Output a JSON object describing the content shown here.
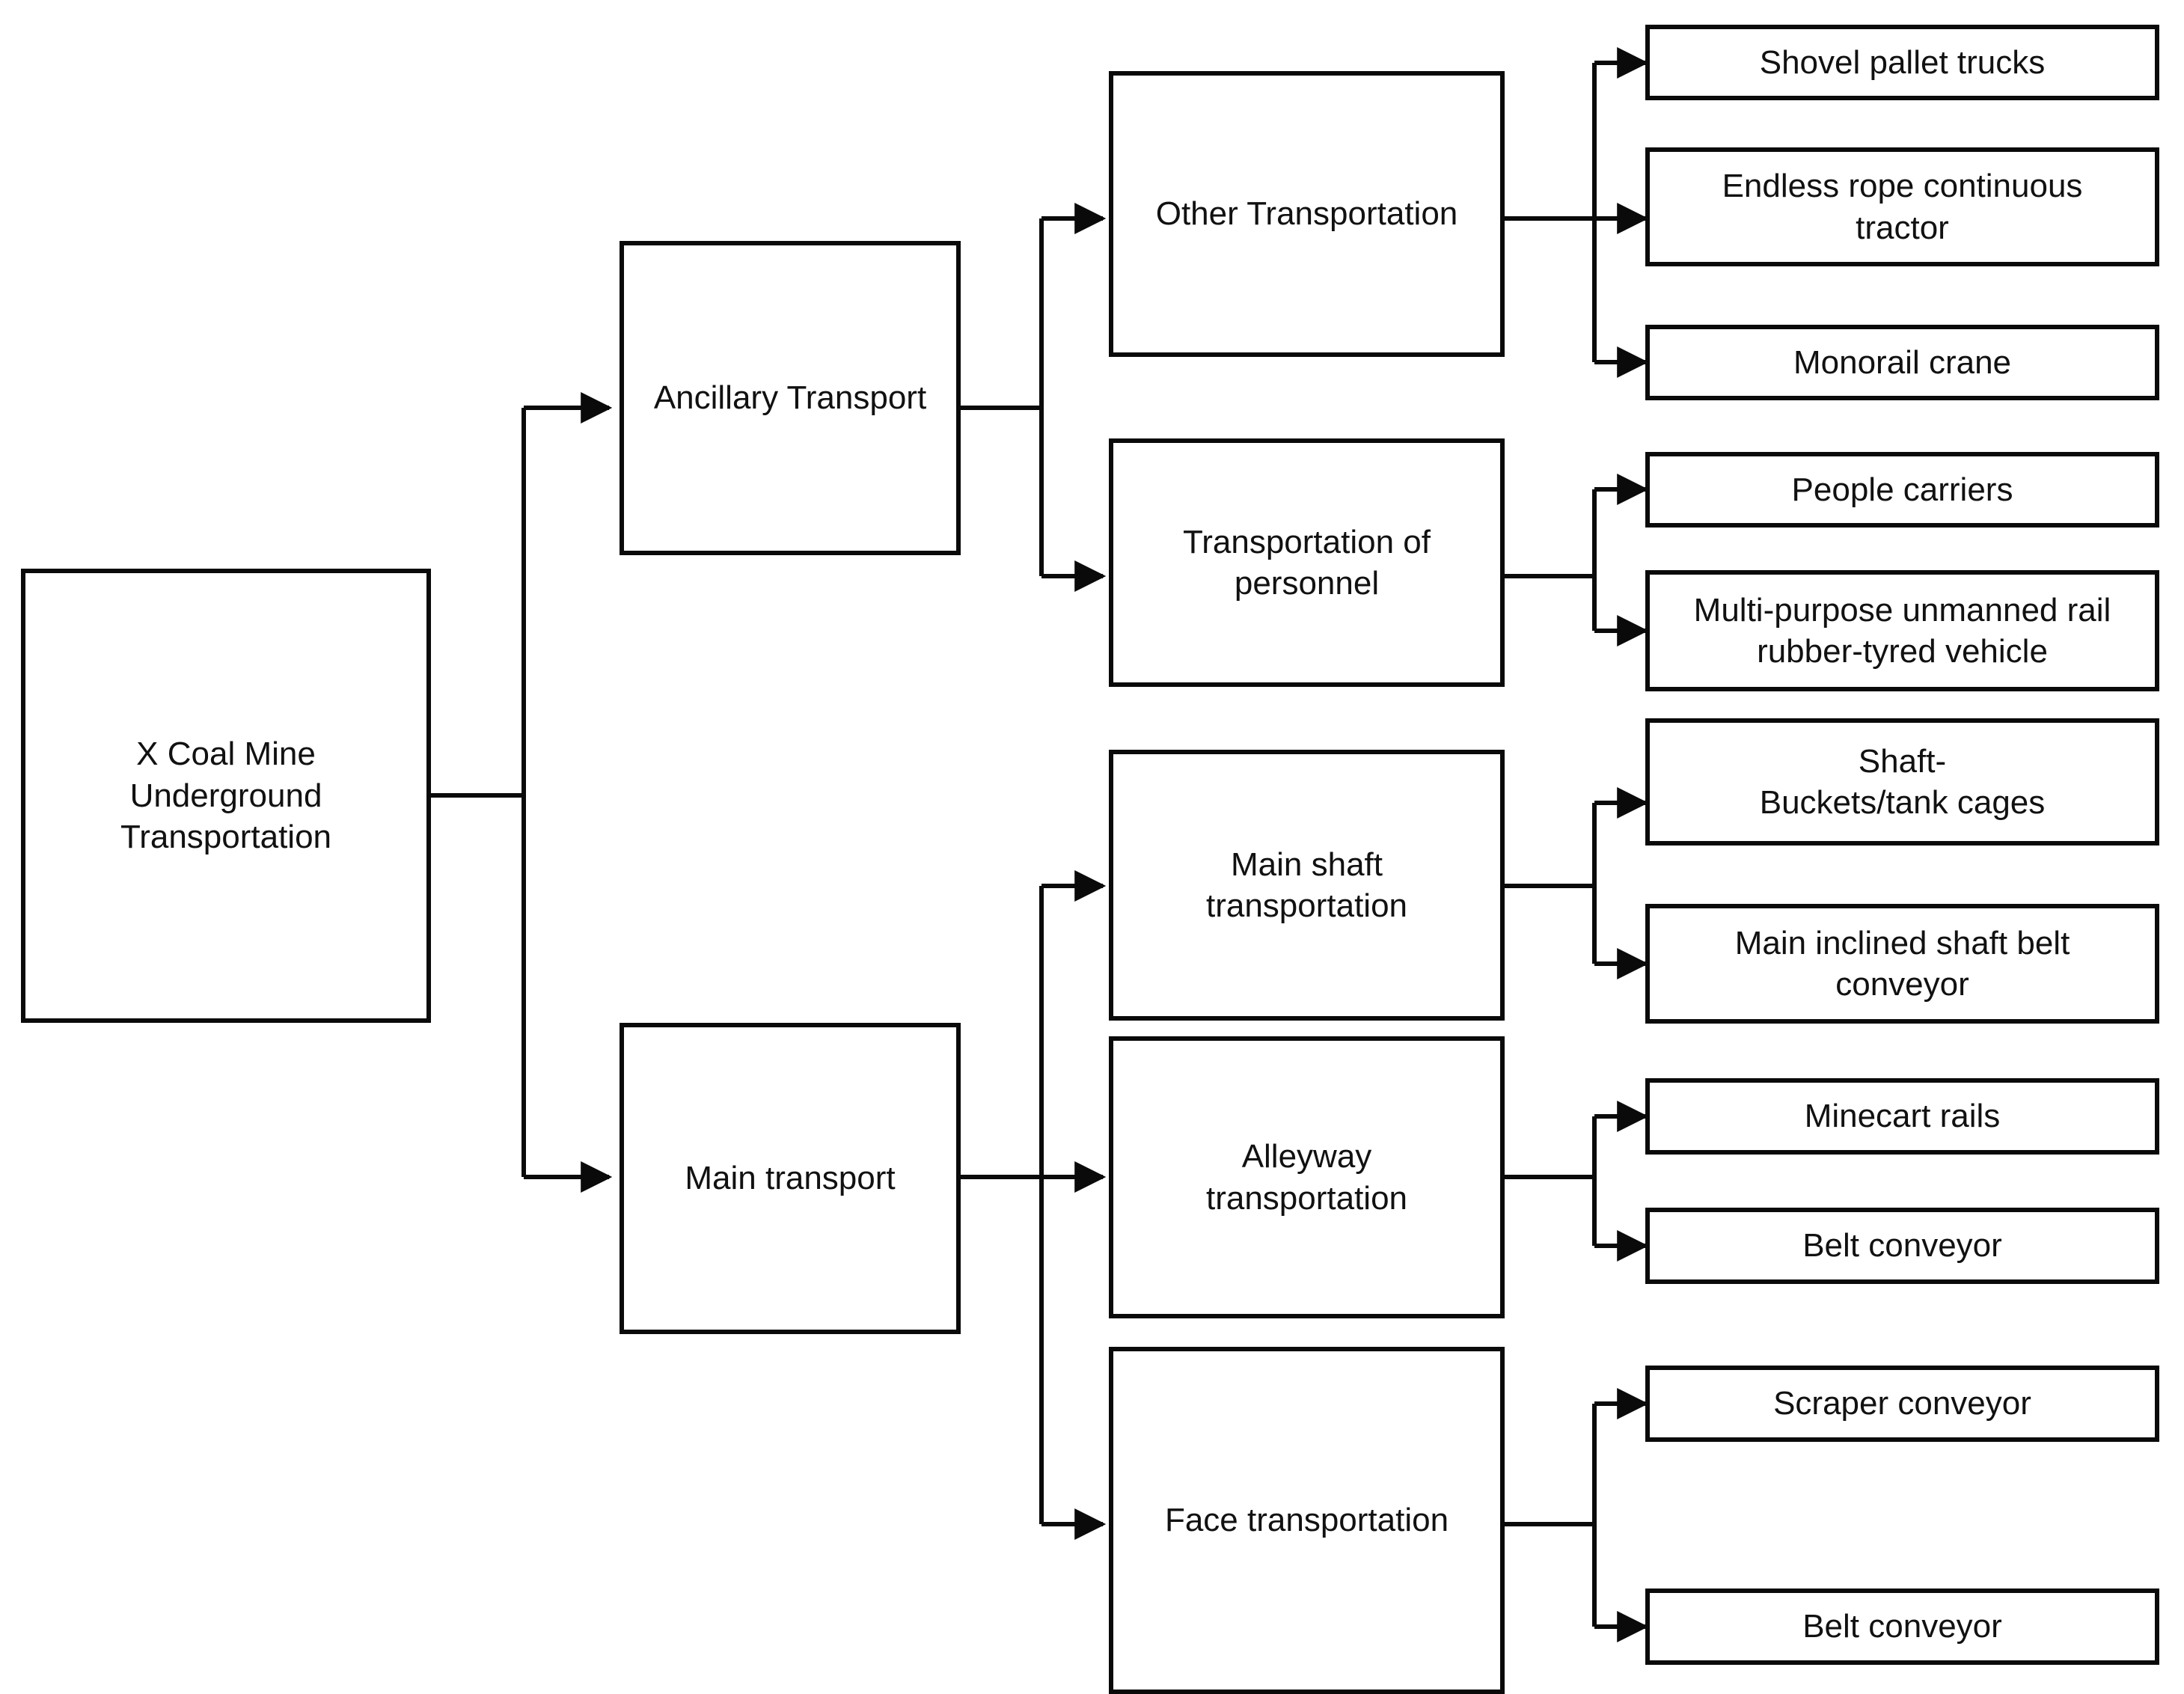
{
  "diagram": {
    "title": "X Coal Mine Underground Transportation classification tree",
    "type": "hierarchy-tree",
    "orientation": "left-to-right",
    "colors": {
      "box_border": "#0a0a0a",
      "box_fill": "#ffffff",
      "edge": "#0a0a0a",
      "text": "#111111",
      "background": "#ffffff"
    },
    "nodes": {
      "root": {
        "label": "X Coal Mine\nUnderground\nTransportation",
        "level": 0
      },
      "ancillary": {
        "label": "Ancillary Transport",
        "level": 1
      },
      "main_transport": {
        "label": "Main transport",
        "level": 1
      },
      "other_transportation": {
        "label": "Other Transportation",
        "level": 2
      },
      "personnel": {
        "label": "Transportation of\npersonnel",
        "level": 2
      },
      "main_shaft": {
        "label": "Main shaft\ntransportation",
        "level": 2
      },
      "alleyway": {
        "label": "Alleyway\ntransportation",
        "level": 2
      },
      "face": {
        "label": "Face transportation",
        "level": 2
      },
      "shovel_pallet_trucks": {
        "label": "Shovel pallet trucks",
        "level": 3
      },
      "endless_rope_tractor": {
        "label": "Endless rope continuous\ntractor",
        "level": 3
      },
      "monorail_crane": {
        "label": "Monorail crane",
        "level": 3
      },
      "people_carriers": {
        "label": "People carriers",
        "level": 3
      },
      "multi_purpose_vehicle": {
        "label": "Multi-purpose unmanned rail\nrubber-tyred vehicle",
        "level": 3
      },
      "shaft_buckets": {
        "label": "Shaft-\nBuckets/tank cages",
        "level": 3
      },
      "main_inclined_belt": {
        "label": "Main inclined shaft belt\nconveyor",
        "level": 3
      },
      "minecart_rails": {
        "label": "Minecart rails",
        "level": 3
      },
      "alleyway_belt_conveyor": {
        "label": "Belt conveyor",
        "level": 3
      },
      "scraper_conveyor": {
        "label": "Scraper conveyor",
        "level": 3
      },
      "face_belt_conveyor": {
        "label": "Belt conveyor",
        "level": 3
      }
    },
    "edges": [
      {
        "from": "root",
        "to": "ancillary"
      },
      {
        "from": "root",
        "to": "main_transport"
      },
      {
        "from": "ancillary",
        "to": "other_transportation"
      },
      {
        "from": "ancillary",
        "to": "personnel"
      },
      {
        "from": "main_transport",
        "to": "main_shaft"
      },
      {
        "from": "main_transport",
        "to": "alleyway"
      },
      {
        "from": "main_transport",
        "to": "face"
      },
      {
        "from": "other_transportation",
        "to": "shovel_pallet_trucks"
      },
      {
        "from": "other_transportation",
        "to": "endless_rope_tractor"
      },
      {
        "from": "other_transportation",
        "to": "monorail_crane"
      },
      {
        "from": "personnel",
        "to": "people_carriers"
      },
      {
        "from": "personnel",
        "to": "multi_purpose_vehicle"
      },
      {
        "from": "main_shaft",
        "to": "shaft_buckets"
      },
      {
        "from": "main_shaft",
        "to": "main_inclined_belt"
      },
      {
        "from": "alleyway",
        "to": "minecart_rails"
      },
      {
        "from": "alleyway",
        "to": "alleyway_belt_conveyor"
      },
      {
        "from": "face",
        "to": "scraper_conveyor"
      },
      {
        "from": "face",
        "to": "face_belt_conveyor"
      }
    ]
  }
}
